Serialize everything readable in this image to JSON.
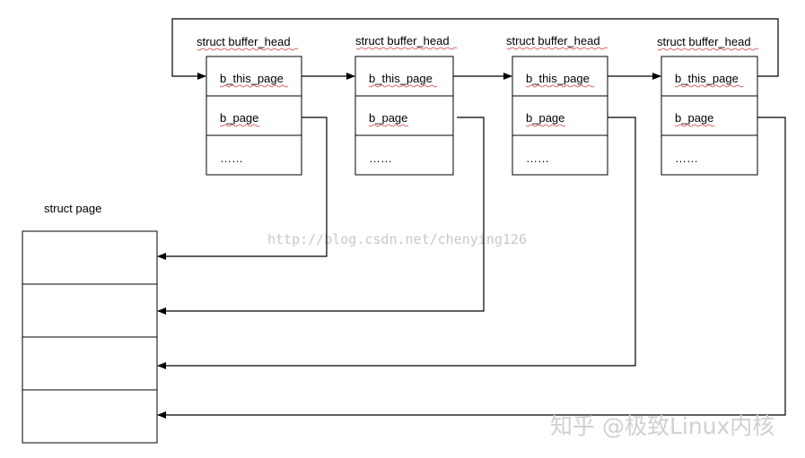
{
  "buffer_heads": [
    {
      "title": "struct buffer_head",
      "fields": [
        "b_this_page",
        "b_page",
        "……"
      ]
    },
    {
      "title": "struct buffer_head",
      "fields": [
        "b_this_page",
        "b_page",
        "……"
      ]
    },
    {
      "title": "struct buffer_head",
      "fields": [
        "b_this_page",
        "b_page",
        "……"
      ]
    },
    {
      "title": "struct buffer_head",
      "fields": [
        "b_this_page",
        "b_page",
        "……"
      ]
    }
  ],
  "page": {
    "title": "struct page"
  },
  "watermark": {
    "url": "http://blog.csdn.net/chenying126",
    "logo": "知乎 @极致Linux内核"
  }
}
